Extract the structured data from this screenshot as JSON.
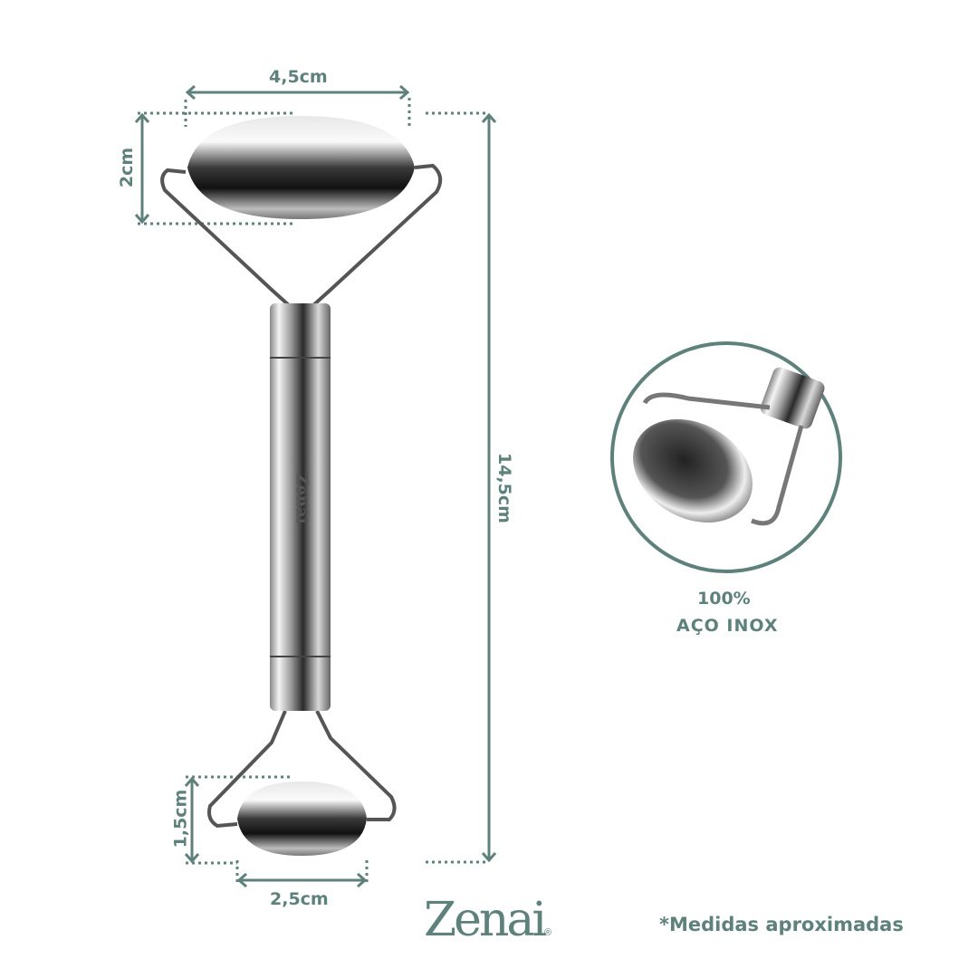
{
  "dimensions": {
    "top_width": "4,5cm",
    "top_height": "2cm",
    "total_length": "14,5cm",
    "bottom_height": "1,5cm",
    "bottom_width": "2,5cm"
  },
  "detail": {
    "line1": "100%",
    "line2": "AÇO INOX"
  },
  "brand": {
    "logo": "Zenai",
    "registered": "®",
    "handle_engraving": "Zenai"
  },
  "footnote": "*Medidas aproximadas",
  "colors": {
    "accent": "#5f817c"
  }
}
